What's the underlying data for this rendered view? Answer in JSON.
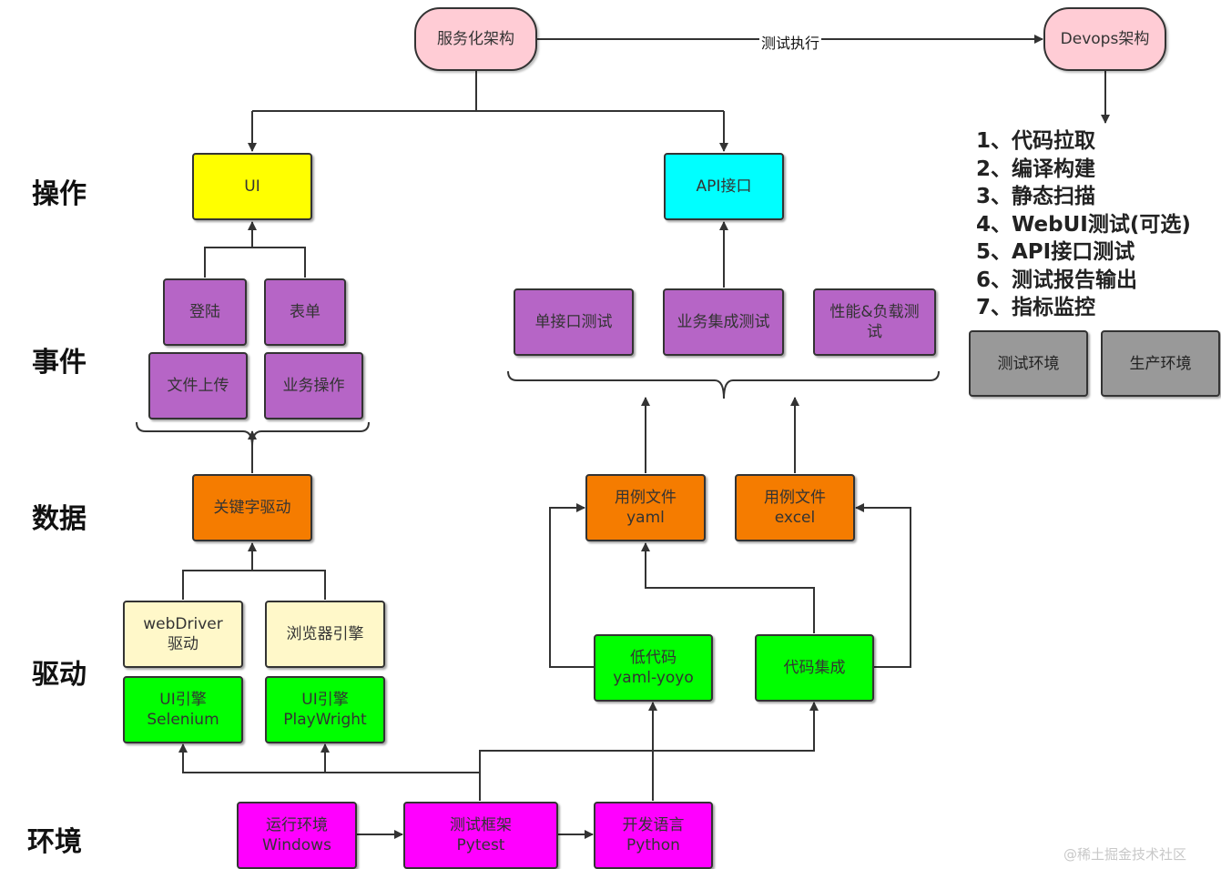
{
  "layers": [
    {
      "key": "op",
      "label": "操作"
    },
    {
      "key": "event",
      "label": "事件"
    },
    {
      "key": "data",
      "label": "数据"
    },
    {
      "key": "drive",
      "label": "驱动"
    },
    {
      "key": "env",
      "label": "环境"
    }
  ],
  "nodes": {
    "soa": {
      "label": "服务化架构",
      "color": "#FFCCD5"
    },
    "devops": {
      "label": "Devops架构",
      "color": "#FFCCD5"
    },
    "ui": {
      "label": "UI",
      "color": "#FFFF00"
    },
    "api": {
      "label": "API接口",
      "color": "#00FFFF"
    },
    "login": {
      "label": "登陆",
      "color": "#B665C6"
    },
    "form": {
      "label": "表单",
      "color": "#B665C6"
    },
    "upload": {
      "label": "文件上传",
      "color": "#B665C6"
    },
    "bizop": {
      "label": "业务操作",
      "color": "#B665C6"
    },
    "single_api": {
      "label": "单接口测试",
      "color": "#B665C6"
    },
    "biz_integ": {
      "label": "业务集成测试",
      "color": "#B665C6"
    },
    "perf": {
      "label": "性能&负载测\n试",
      "color": "#B665C6"
    },
    "keyword": {
      "label": "关键字驱动",
      "color": "#F57C00"
    },
    "case_yaml": {
      "label": "用例文件\nyaml",
      "color": "#F57C00"
    },
    "case_excel": {
      "label": "用例文件\nexcel",
      "color": "#F57C00"
    },
    "webdriver": {
      "label": "webDriver\n驱动",
      "color": "#FFF8C9"
    },
    "browser": {
      "label": "浏览器引擎",
      "color": "#FFF8C9"
    },
    "selenium": {
      "label": "UI引擎\nSelenium",
      "color": "#00FF00"
    },
    "playwright": {
      "label": "UI引擎\nPlayWright",
      "color": "#00FF00"
    },
    "lowcode": {
      "label": "低代码\nyaml-yoyo",
      "color": "#00FF00"
    },
    "codeint": {
      "label": "代码集成",
      "color": "#00FF00"
    },
    "runenv": {
      "label": "运行环境\nWindows",
      "color": "#FF00FF"
    },
    "pytest": {
      "label": "测试框架\nPytest",
      "color": "#FF00FF"
    },
    "python": {
      "label": "开发语言\nPython",
      "color": "#FF00FF"
    },
    "test_env": {
      "label": "测试环境",
      "color": "#999999"
    },
    "prod_env": {
      "label": "生产环境",
      "color": "#999999"
    }
  },
  "edge_label": "测试执行",
  "steps": [
    "1、代码拉取",
    "2、编译构建",
    "3、静态扫描",
    "4、WebUI测试(可选)",
    "5、API接口测试",
    "6、测试报告输出",
    "7、指标监控"
  ],
  "watermark": "@稀土掘金技术社区"
}
